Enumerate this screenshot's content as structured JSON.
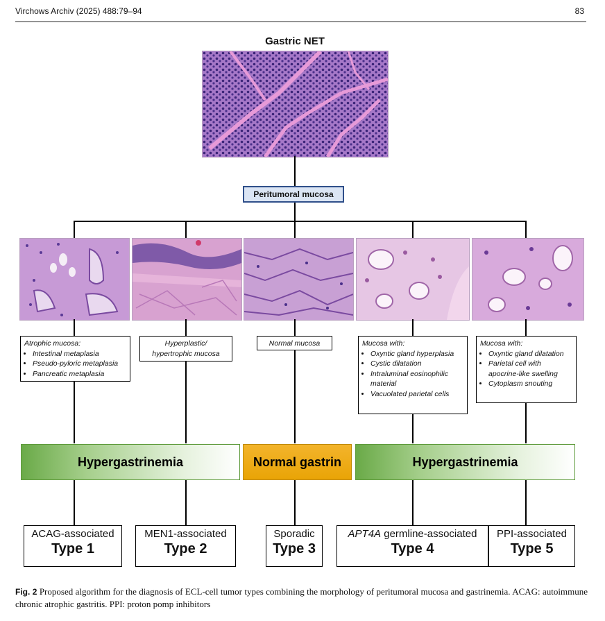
{
  "header": {
    "journal": "Virchows Archiv (2025) 488:79–94",
    "page_number": "83"
  },
  "figure": {
    "title": "Gastric NET",
    "peritumoral_label": "Peritumoral mucosa",
    "descriptions": [
      {
        "heading": "Atrophic mucosa:",
        "items": [
          "Intestinal metaplasia",
          "Pseudo-pyloric metaplasia",
          "Pancreatic metaplasia"
        ]
      },
      {
        "heading": "Hyperplastic/ hypertrophic mucosa",
        "items": []
      },
      {
        "heading": "Normal mucosa",
        "items": []
      },
      {
        "heading": "Mucosa with:",
        "items": [
          "Oxyntic gland hyperplasia",
          "Cystic dilatation",
          "Intraluminal eosinophilic material",
          "Vacuolated parietal cells"
        ]
      },
      {
        "heading": "Mucosa with:",
        "items": [
          "Oxyntic gland dilatation",
          "Parietal cell with apocrine-like swelling",
          "Cytoplasm snouting"
        ]
      }
    ],
    "gastrin_bars": [
      {
        "label": "Hypergastrinemia",
        "color": "#8cc06c"
      },
      {
        "label": "Normal gastrin",
        "color": "#f0ac1c"
      },
      {
        "label": "Hypergastrinemia",
        "color": "#8cc06c"
      }
    ],
    "types": [
      {
        "prefix": "ACAG-associated",
        "type": "Type 1"
      },
      {
        "prefix": "MEN1-associated",
        "type": "Type 2"
      },
      {
        "prefix": "Sporadic",
        "type": "Type 3"
      },
      {
        "prefix_italic": "APT4A",
        "prefix": " germline-associated",
        "type": "Type 4"
      },
      {
        "prefix": "PPI-associated",
        "type": "Type 5"
      }
    ]
  },
  "caption": {
    "label": "Fig. 2",
    "text": "Proposed algorithm for the diagnosis of ECL-cell tumor types combining the morphology of peritumoral mucosa and gastrinemia. ACAG: autoimmune chronic atrophic gastritis. PPI: proton pomp inhibitors"
  }
}
